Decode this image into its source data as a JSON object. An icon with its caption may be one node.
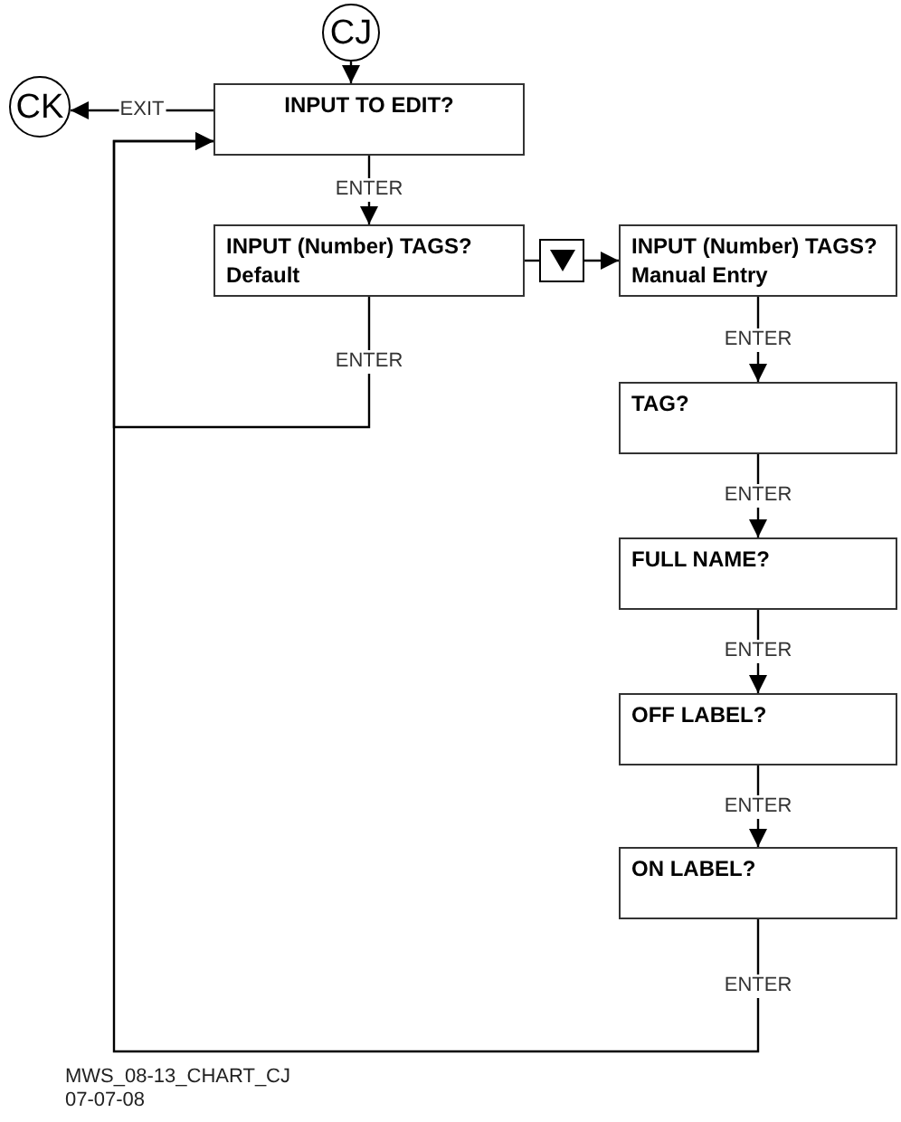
{
  "diagram": {
    "nodes": [
      {
        "text": [
          "CJ"
        ]
      },
      {
        "text": [
          "CK"
        ]
      },
      {
        "text": [
          "INPUT TO EDIT?"
        ]
      },
      {
        "text": [
          "INPUT (Number) TAGS? Default"
        ]
      },
      {
        "text": [],
        "shape": "box"
      },
      {
        "text": [
          "INPUT (Number) TAGS? Manual Entry"
        ]
      },
      {
        "text": [
          "TAG?"
        ]
      },
      {
        "text": [
          "FULL NAME?"
        ]
      },
      {
        "text": [
          "OFF LABEL?"
        ]
      },
      {
        "text": [
          "ON LABEL?"
        ]
      }
    ],
    "edges": [
      {
        "from": 0,
        "to": 2,
        "arrow": "to"
      },
      {
        "from": 2,
        "to": 1,
        "arrow": "to",
        "label": "EXIT"
      },
      {
        "from": 2,
        "to": 3,
        "arrow": "to",
        "label": "ENTER"
      },
      {
        "from": 3,
        "to": 4,
        "arrow": "none"
      },
      {
        "from": 4,
        "to": 5,
        "arrow": "to"
      },
      {
        "from": 3,
        "to": 2,
        "arrow": "to",
        "label": "ENTER"
      },
      {
        "from": 5,
        "to": 6,
        "arrow": "to",
        "label": "ENTER"
      },
      {
        "from": 6,
        "to": 7,
        "arrow": "to",
        "label": "ENTER"
      },
      {
        "from": 7,
        "to": 8,
        "arrow": "to",
        "label": "ENTER"
      },
      {
        "from": 8,
        "to": 9,
        "arrow": "to",
        "label": "ENTER"
      },
      {
        "from": 9,
        "to": 2,
        "arrow": "to",
        "label": "ENTER"
      }
    ],
    "labels": [
      "MWS_08-13_CHART_CJ",
      "07-07-08"
    ]
  }
}
